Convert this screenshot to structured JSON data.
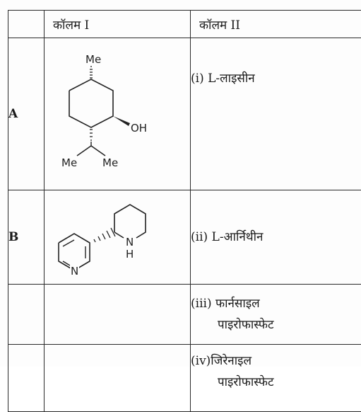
{
  "header": {
    "col1": "कॉलम  I",
    "col2": "कॉलम  II"
  },
  "rows": [
    {
      "label": "A",
      "option": "(i) L-लाइसीन",
      "structure": {
        "icon": "menthol-structure-icon",
        "top_group": "Me",
        "right_group": "OH",
        "bottom_left": "Me",
        "bottom_right": "Me"
      }
    },
    {
      "label": "B",
      "option": "(ii) L-आर्निथीन",
      "structure": {
        "icon": "anabasine-structure-icon",
        "ring_atom_n": "N",
        "ring_atom_h": "H",
        "pyridine_n": "N"
      }
    },
    {
      "label": "",
      "option_line1": "(iii) फार्नसाइल",
      "option_line2": "पाइरोफास्फेट"
    },
    {
      "label": "",
      "option_line1": "(iv)जिरेनाइल",
      "option_line2": "पाइरोफास्फेट"
    }
  ]
}
